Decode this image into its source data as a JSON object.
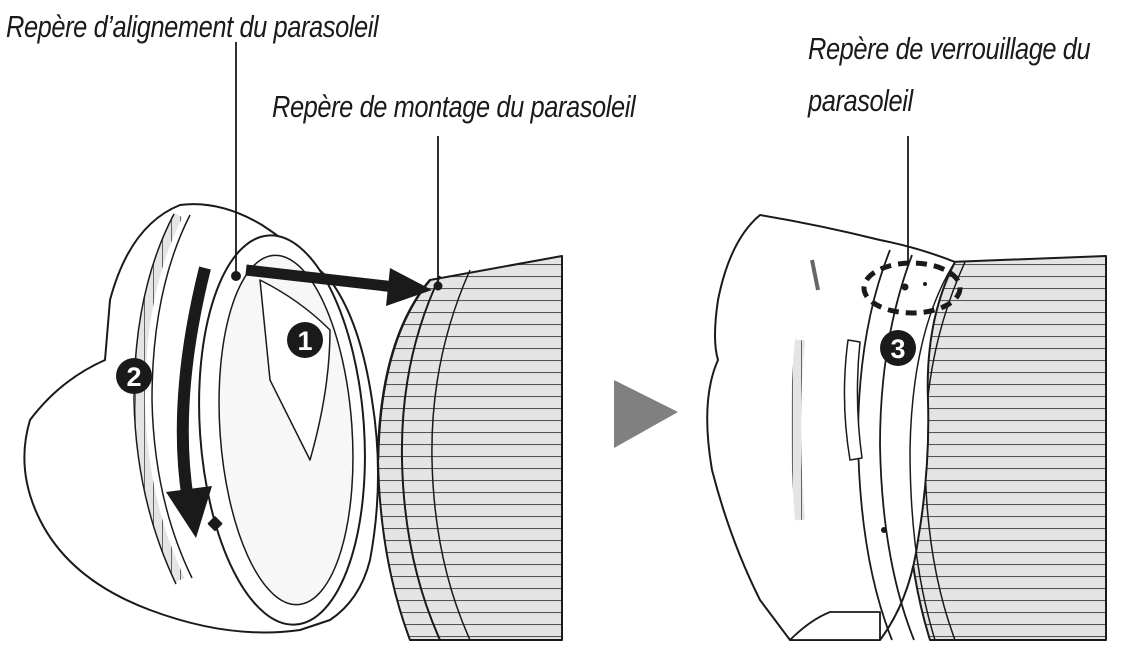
{
  "labels": {
    "alignment_mark": "Repère d’alignement du parasoleil",
    "mounting_mark": "Repère de montage du parasoleil",
    "lock_mark_line1": "Repère de verrouillage du",
    "lock_mark_line2": "parasoleil"
  },
  "steps": {
    "one": "1",
    "two": "2",
    "three": "3"
  },
  "colors": {
    "line": "#1a1a1a",
    "lens_fill": "#e4e4e4",
    "hood_fill": "#ffffff",
    "arrow": "#1a1a1a",
    "transition_arrow": "#808080"
  }
}
